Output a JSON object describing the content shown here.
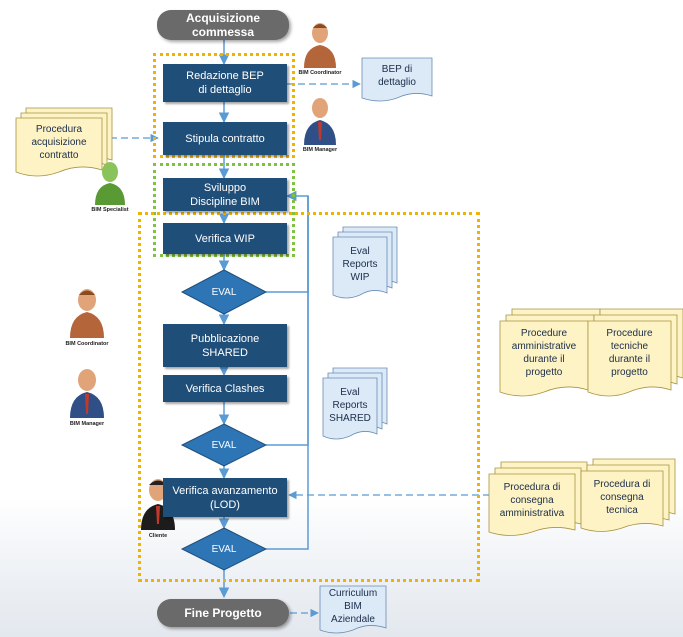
{
  "start": "Acquisizione commessa",
  "end": "Fine Progetto",
  "steps": {
    "redazione_bep": "Redazione BEP di dettaglio",
    "stipula": "Stipula contratto",
    "sviluppo": "Sviluppo Discipline BIM",
    "verifica_wip": "Verifica WIP",
    "pubblicazione": "Pubblicazione SHARED",
    "verifica_clashes": "Verifica Clashes",
    "verifica_avanzamento": "Verifica avanzamento (LOD)"
  },
  "decisions": [
    "EVAL",
    "EVAL",
    "EVAL"
  ],
  "documents": {
    "bep": "BEP di\ndettaglio",
    "procedura_acq": "Procedura\nacquisizione\ncontratto",
    "eval_wip": "Eval\nReports\nWIP",
    "eval_shared": "Eval\nReports\nSHARED",
    "proc_amm": "Procedure\namministrative\ndurante il\nprogetto",
    "proc_tec": "Procedure\ntecniche\ndurante il\nprogetto",
    "cons_amm": "Procedura di\nconsegna\namministrativa",
    "cons_tec": "Procedura di\nconsegna\ntecnica",
    "curriculum": "Curriculum\nBIM\nAziendale"
  },
  "roles": {
    "bim_coordinator_top": "BIM Coordinator",
    "bim_manager_top": "BIM Manager",
    "bim_specialist": "BIM Specialist",
    "bim_coordinator_left": "BIM Coordinator",
    "bim_manager_left": "BIM Manager",
    "cliente": "Cliente"
  },
  "colors": {
    "process": "#1f4e79",
    "terminal": "#6a6a6a",
    "decision": "#2e75b6",
    "document_fill": "#dce9f7",
    "procedure_fill": "#fdf3c4",
    "arrow": "#5b9bd5",
    "orange_frame": "#f0b400",
    "green_frame": "#7ec240",
    "role_orange": "#d2834f",
    "role_blue": "#3a5f95",
    "role_green": "#7ab648"
  }
}
